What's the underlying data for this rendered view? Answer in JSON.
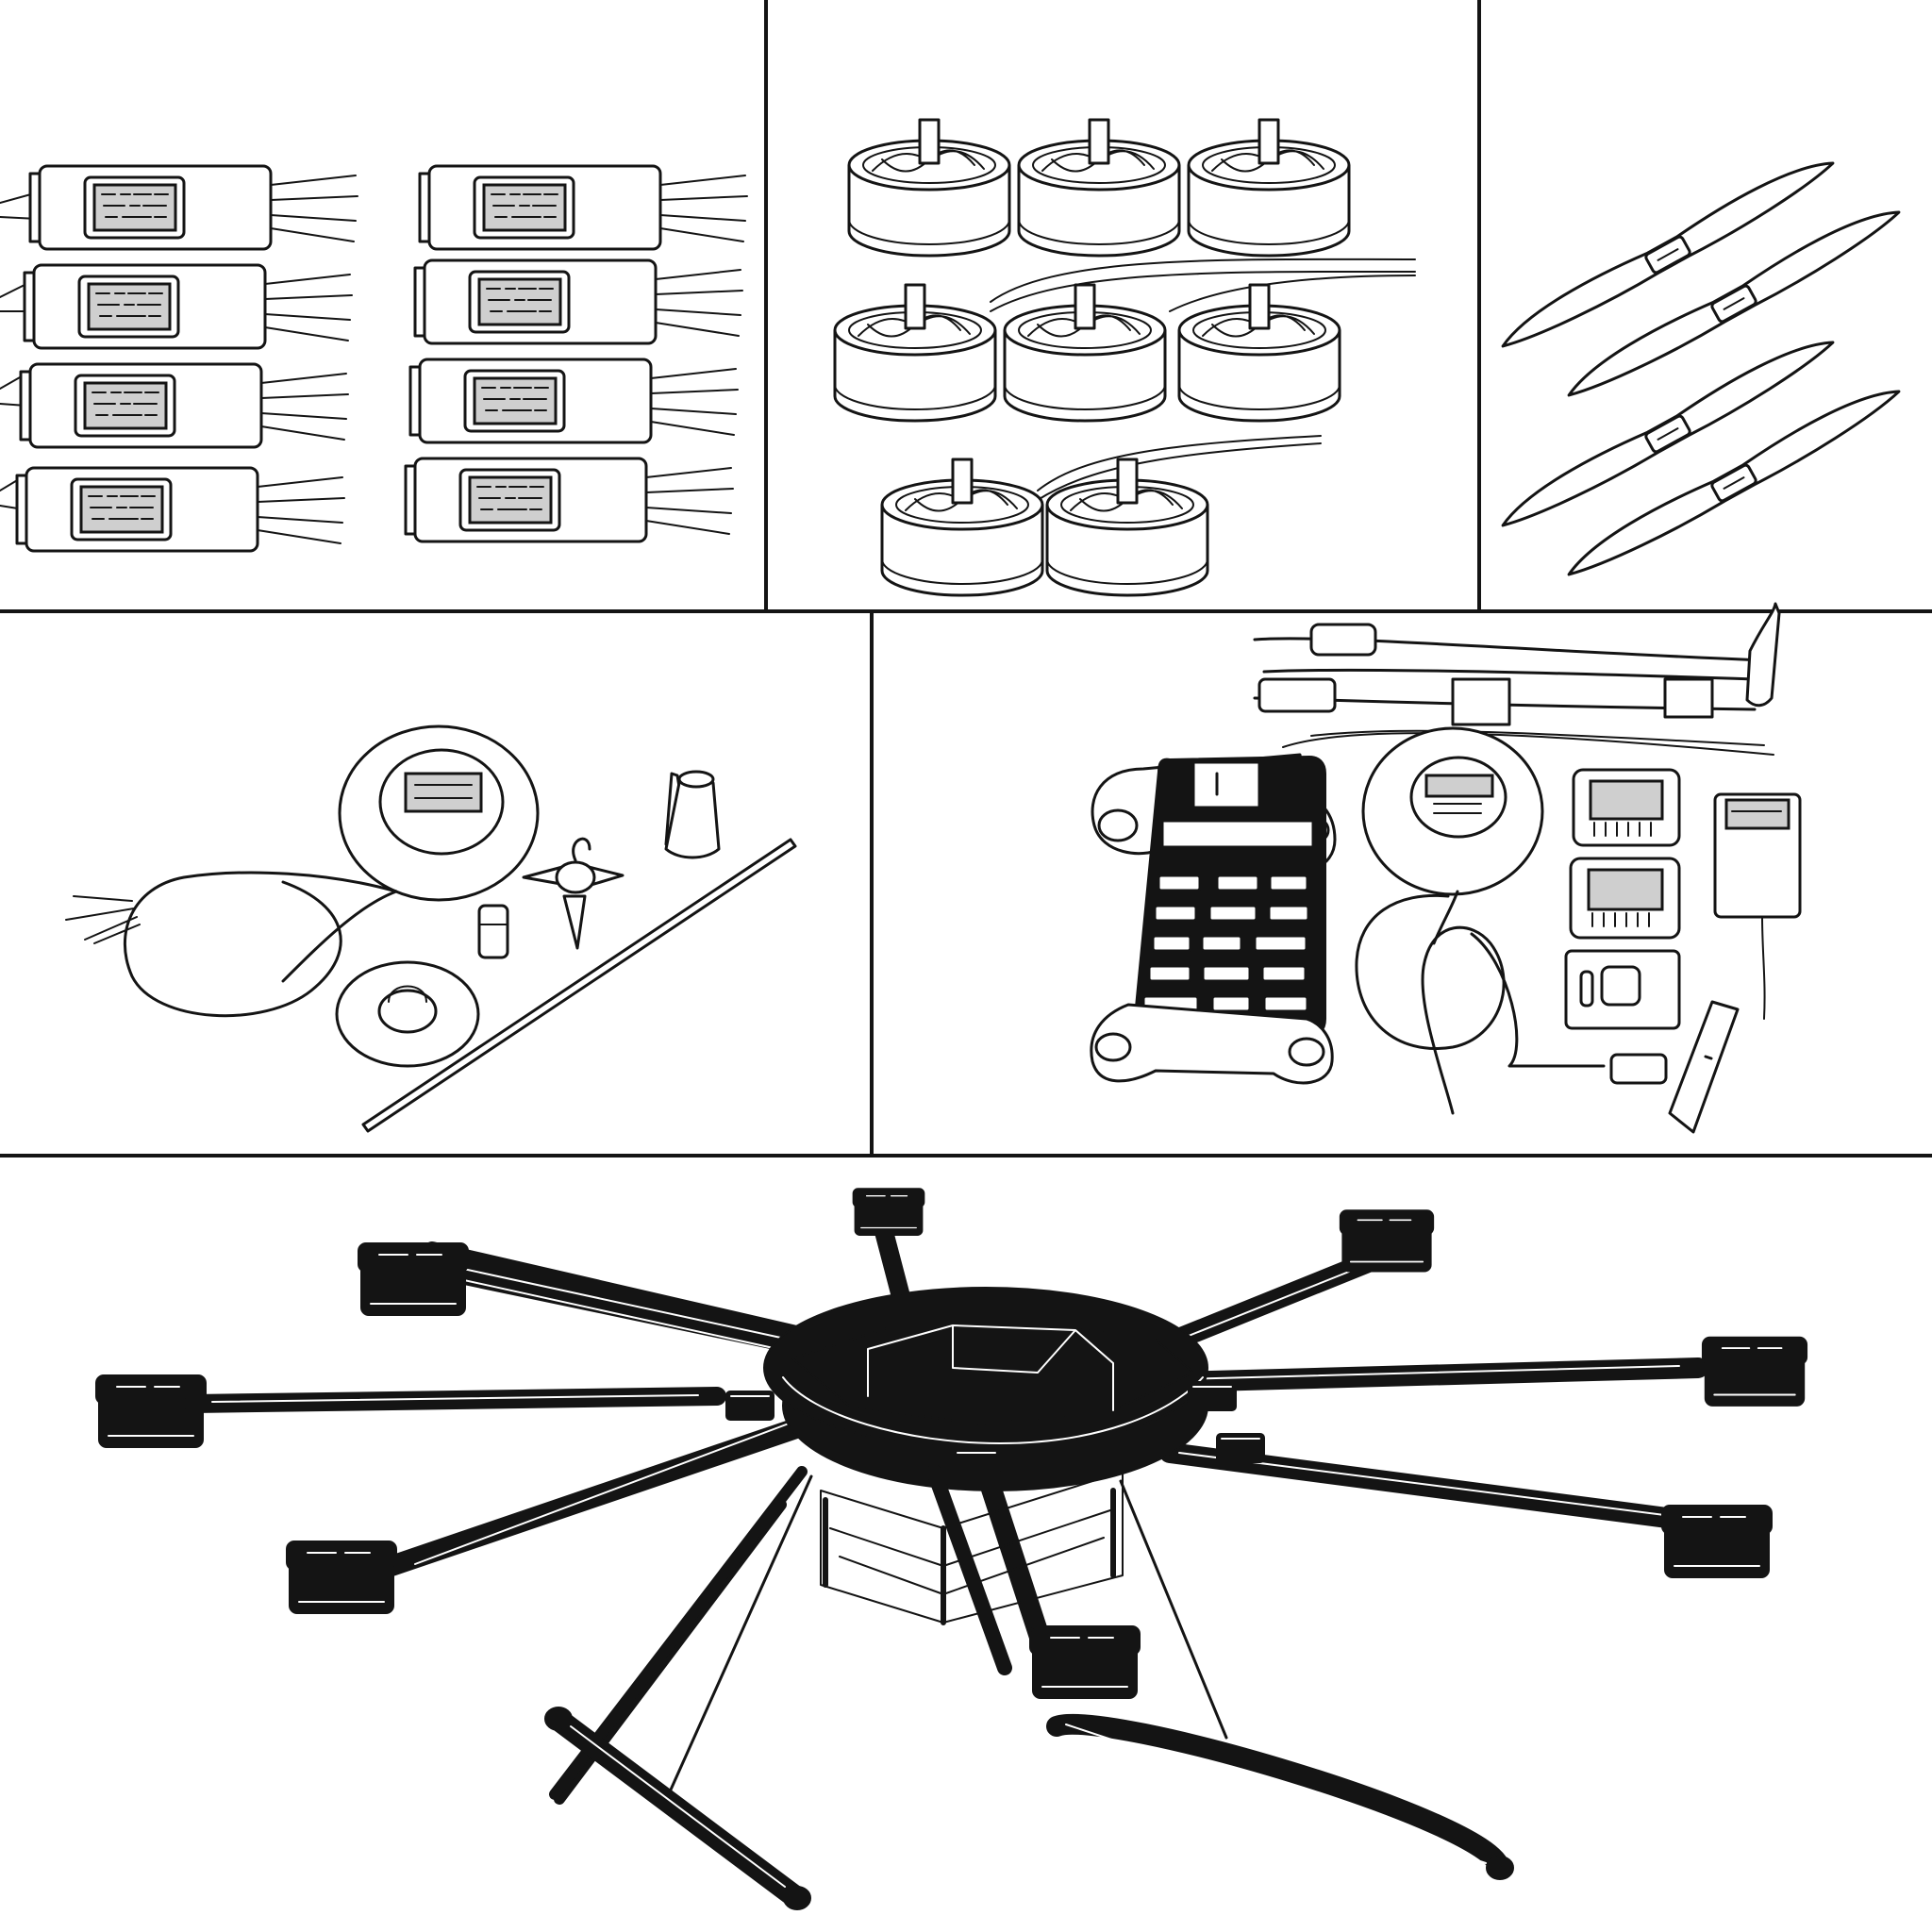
{
  "colors": {
    "background": "#ffffff",
    "ink": "#141414",
    "screen_fill": "#cfcfcf"
  },
  "style": "black-and-white line-art illustration of multirotor drone parts",
  "panels": [
    {
      "id": "esc-panel",
      "icon": "speed-controller-icon",
      "count": 8
    },
    {
      "id": "motor-panel",
      "icon": "brushless-motor-icon",
      "count": 8
    },
    {
      "id": "propeller-panel",
      "icon": "propeller-icon",
      "count": 4
    },
    {
      "id": "gps-kit-panel",
      "icon": "gps-antenna-icon"
    },
    {
      "id": "flight-controller-panel",
      "icon": "flight-controller-icon"
    },
    {
      "id": "octocopter-frame-panel",
      "icon": "octocopter-frame-icon",
      "arms": 8
    }
  ]
}
